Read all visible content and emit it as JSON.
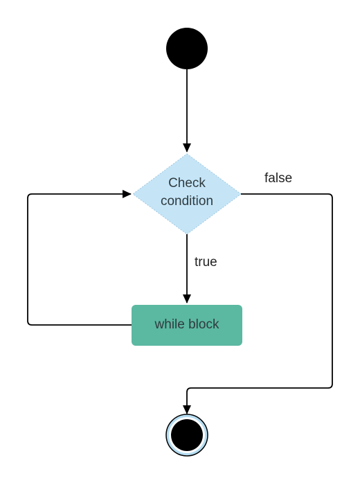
{
  "diagram": {
    "type": "activity-flowchart",
    "nodes": {
      "start": {
        "kind": "initial"
      },
      "decision": {
        "kind": "decision",
        "line1": "Check",
        "line2": "condition"
      },
      "process": {
        "kind": "action",
        "label": "while block"
      },
      "end": {
        "kind": "final"
      }
    },
    "edges": [
      {
        "from": "start",
        "to": "decision",
        "label": ""
      },
      {
        "from": "decision",
        "to": "process",
        "label": "true"
      },
      {
        "from": "process",
        "to": "decision",
        "label": ""
      },
      {
        "from": "decision",
        "to": "end",
        "label": "false"
      }
    ],
    "labels": {
      "true_label": "true",
      "false_label": "false"
    },
    "colors": {
      "decision_fill": "#c5e5f7",
      "decision_stroke": "#9fc7df",
      "process_fill": "#5bb8a1",
      "end_ring": "#b5ddf2",
      "line": "#000000"
    }
  }
}
